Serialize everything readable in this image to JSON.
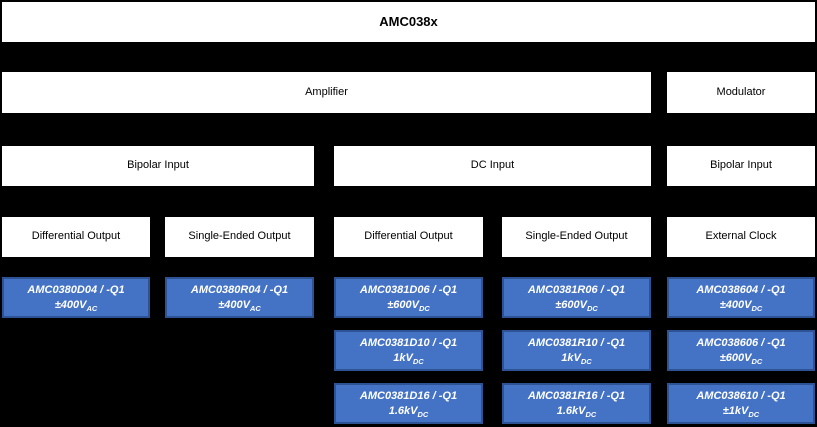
{
  "diagram": {
    "title": "AMC038x",
    "function_level": [
      {
        "label": "Amplifier"
      },
      {
        "label": "Modulator"
      }
    ],
    "input_level": [
      {
        "label": "Bipolar Input"
      },
      {
        "label": "DC Input"
      },
      {
        "label": "Bipolar Input"
      }
    ],
    "output_level": [
      {
        "label": "Differential Output"
      },
      {
        "label": "Single-Ended Output"
      },
      {
        "label": "Differential Output"
      },
      {
        "label": "Single-Ended Output"
      },
      {
        "label": "External Clock"
      }
    ],
    "products": [
      {
        "name": "AMC0380D04 / -Q1",
        "rating": "±400V",
        "rating_sub": "AC"
      },
      {
        "name": "AMC0380R04 / -Q1",
        "rating": "±400V",
        "rating_sub": "AC"
      },
      {
        "name": "AMC0381D06 / -Q1",
        "rating": "±600V",
        "rating_sub": "DC"
      },
      {
        "name": "AMC0381R06 / -Q1",
        "rating": "±600V",
        "rating_sub": "DC"
      },
      {
        "name": "AMC038604 / -Q1",
        "rating": "±400V",
        "rating_sub": "DC"
      },
      {
        "name": "AMC0381D10 / -Q1",
        "rating": "1kV",
        "rating_sub": "DC"
      },
      {
        "name": "AMC0381R10 / -Q1",
        "rating": "1kV",
        "rating_sub": "DC"
      },
      {
        "name": "AMC038606 / -Q1",
        "rating": "±600V",
        "rating_sub": "DC"
      },
      {
        "name": "AMC0381D16 / -Q1",
        "rating": "1.6kV",
        "rating_sub": "DC"
      },
      {
        "name": "AMC0381R16 / -Q1",
        "rating": "1.6kV",
        "rating_sub": "DC"
      },
      {
        "name": "AMC038610 / -Q1",
        "rating": "±1kV",
        "rating_sub": "DC"
      }
    ],
    "colors": {
      "background": "#000000",
      "box_fill": "#ffffff",
      "box_text": "#000000",
      "product_fill": "#4472c4",
      "product_border": "#2e5395",
      "product_text": "#ffffff"
    }
  }
}
